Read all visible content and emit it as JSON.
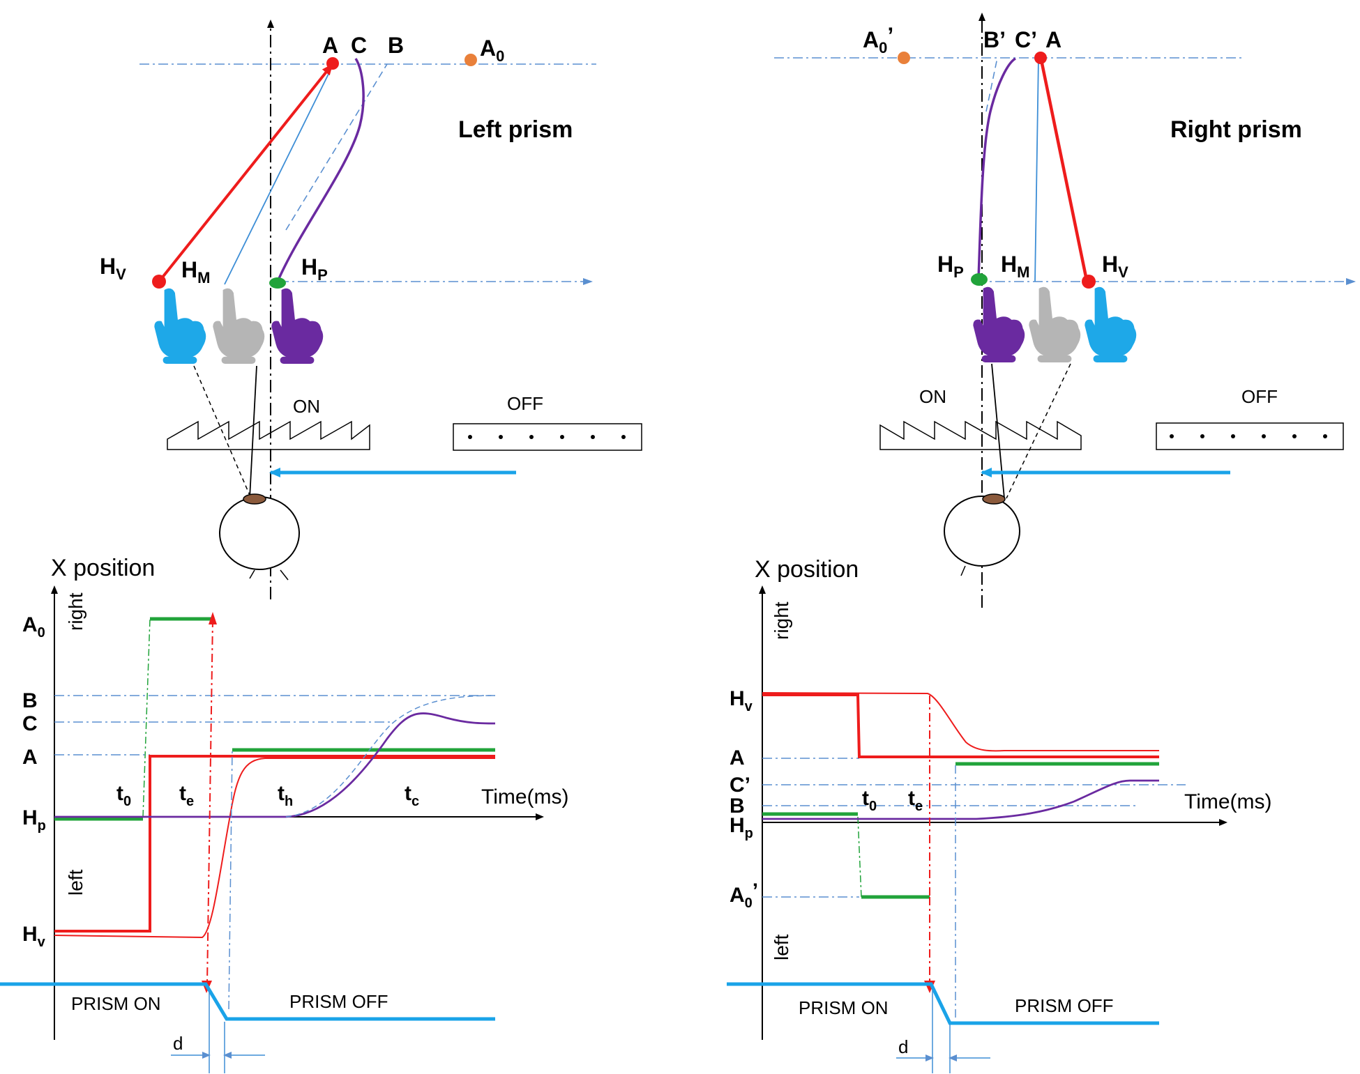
{
  "left_panel": {
    "title": "Left prism",
    "top_points": {
      "A": "A",
      "C": "C",
      "B": "B",
      "A0_main": "A",
      "A0_sub": "0"
    },
    "hand_labels": {
      "Hv_main": "H",
      "Hv_sub": "V",
      "Hm_main": "H",
      "Hm_sub": "M",
      "Hp_main": "H",
      "Hp_sub": "P"
    },
    "prism_on": "ON",
    "prism_off": "OFF",
    "graph": {
      "y_title": "X position",
      "y_right": "right",
      "y_left": "left",
      "x_title": "Time(ms)",
      "levels": {
        "A0_main": "A",
        "A0_sub": "0",
        "B": "B",
        "C": "C",
        "A": "A",
        "Hp_main": "H",
        "Hp_sub": "p",
        "Hv_main": "H",
        "Hv_sub": "v"
      },
      "times": {
        "t0_main": "t",
        "t0_sub": "0",
        "te_main": "t",
        "te_sub": "e",
        "th_main": "t",
        "th_sub": "h",
        "tc_main": "t",
        "tc_sub": "c"
      },
      "prism_on_label": "PRISM ON",
      "prism_off_label": "PRISM OFF",
      "delay_label": "d"
    }
  },
  "right_panel": {
    "title": "Right prism",
    "top_points": {
      "A0p_main": "A",
      "A0p_sub": "0",
      "A0p_prime": "’",
      "B": "B’",
      "C": "C’",
      "A": "A"
    },
    "hand_labels": {
      "Hp_main": "H",
      "Hp_sub": "P",
      "Hm_main": "H",
      "Hm_sub": "M",
      "Hv_main": "H",
      "Hv_sub": "V"
    },
    "prism_on": "ON",
    "prism_off": "OFF",
    "graph": {
      "y_title": "X  position",
      "y_right": "right",
      "y_left": "left",
      "x_title": "Time(ms)",
      "levels": {
        "Hv_main": "H",
        "Hv_sub": "v",
        "A": "A",
        "C": "C’",
        "B": "B",
        "Hp_main": "H",
        "Hp_sub": "p",
        "A0p_main": "A",
        "A0p_sub": "0",
        "A0p_prime": "’"
      },
      "times": {
        "t0_main": "t",
        "t0_sub": "0",
        "te_main": "t",
        "te_sub": "e"
      },
      "prism_on_label": "PRISM ON",
      "prism_off_label": "PRISM OFF",
      "delay_label": "d"
    }
  },
  "colors": {
    "visual_red": "#ee1c1c",
    "proprio_purple": "#6a2aa0",
    "green": "#21a33a",
    "blue_dash": "#5a8fd0",
    "prism_blue": "#1aa3e8",
    "finger_blue": "#1ea8e8",
    "finger_gray": "#b5b5b5",
    "finger_purple": "#6a2aa0",
    "orange": "#e9803a"
  }
}
